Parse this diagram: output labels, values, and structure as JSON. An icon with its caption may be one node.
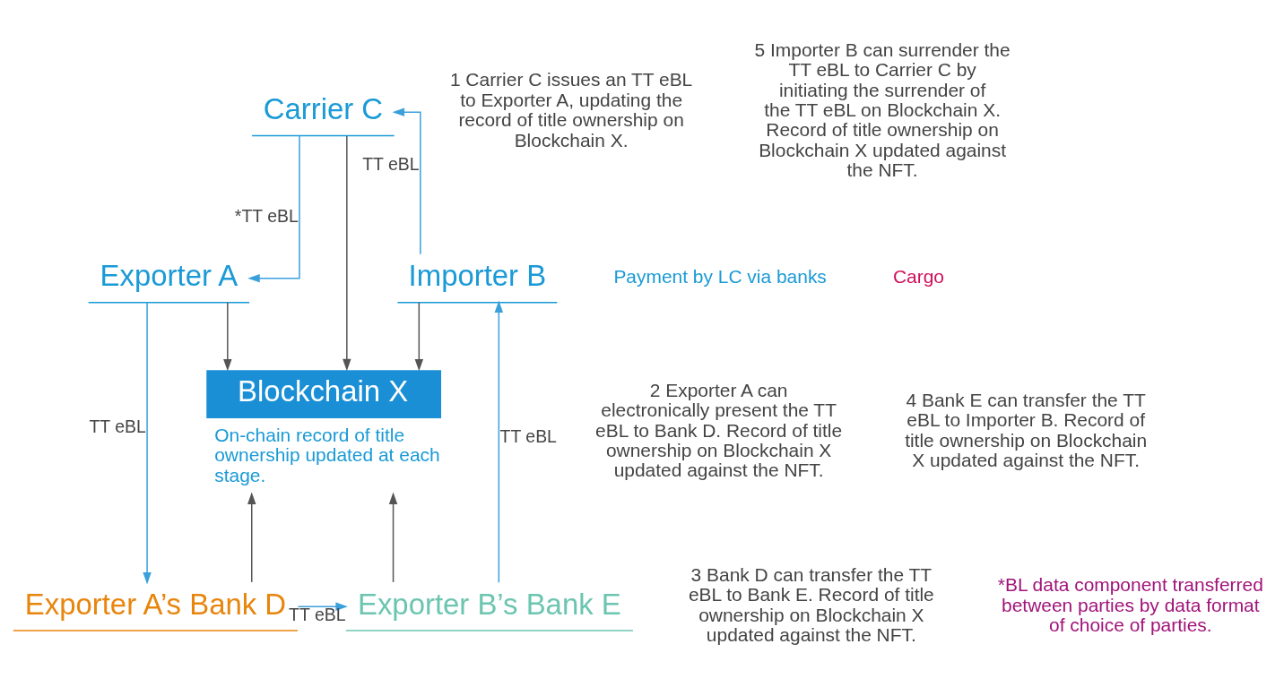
{
  "diagram": {
    "nodes": [
      {
        "text": [
          "Carrier C"
        ]
      },
      {
        "text": [
          "Exporter A"
        ]
      },
      {
        "text": [
          "Importer B"
        ]
      },
      {
        "text": [
          "Blockchain X"
        ],
        "beside": [
          "On-chain record of title ownership updated at each stage."
        ]
      },
      {
        "text": [
          "Exporter A’s Bank D"
        ]
      },
      {
        "text": [
          "Exporter B’s Bank E"
        ]
      }
    ],
    "edges": [
      {
        "from": 0,
        "to": 1,
        "arrow": "to",
        "label": "*TT eBL"
      },
      {
        "from": 2,
        "to": 0,
        "arrow": "to",
        "label": "TT eBL"
      },
      {
        "from": 0,
        "to": 3,
        "arrow": "to",
        "color": "#555555"
      },
      {
        "from": 1,
        "to": 3,
        "arrow": "to",
        "color": "#555555"
      },
      {
        "from": 2,
        "to": 3,
        "arrow": "to",
        "color": "#555555"
      },
      {
        "from": 1,
        "to": 4,
        "arrow": "to",
        "label": "TT eBL"
      },
      {
        "from": 4,
        "to": 3,
        "arrow": "to",
        "color": "#555555"
      },
      {
        "from": 5,
        "to": 3,
        "arrow": "to",
        "color": "#555555"
      },
      {
        "from": 4,
        "to": 5,
        "arrow": "to",
        "label": "TT eBL"
      },
      {
        "from": 5,
        "to": 2,
        "arrow": "to",
        "label": "TT eBL"
      }
    ],
    "labels": [
      "1 Carrier C issues an TT eBL to Exporter A, updating the record of title ownership on Blockchain X.",
      "5 Importer B can surrender the TT eBL to Carrier C by initiating the surrender of the TT eBL on Blockchain X. Record of title ownership on Blockchain X updated against the NFT.",
      "Payment by LC via banks",
      "Cargo",
      "2 Exporter A can electronically present the TT eBL to Bank D. Record of title ownership on Blockchain X updated against the NFT.",
      "4 Bank E can transfer the TT eBL to Importer B. Record of title ownership on Blockchain X updated against the NFT.",
      "3 Bank D can transfer the TT eBL to Bank E. Record of title ownership on Blockchain X updated against the NFT.",
      "*BL data component transferred between parties by data format of choice of parties."
    ]
  }
}
